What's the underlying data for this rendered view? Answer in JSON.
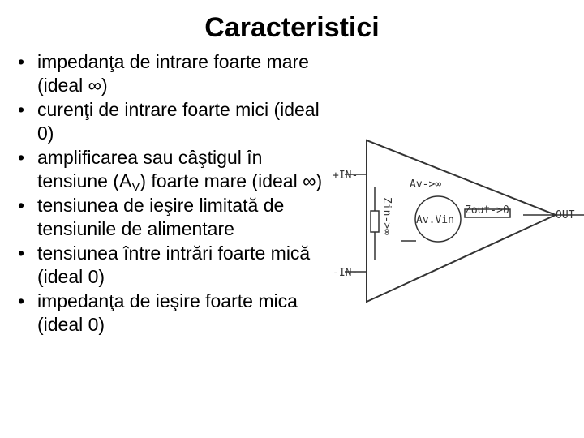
{
  "title": "Caracteristici",
  "bullet_symbol": "•",
  "bullets": [
    {
      "pre": "impedanţa de intrare foarte mare (ideal ∞)",
      "sub": "",
      "post": ""
    },
    {
      "pre": "curenţi de intrare foarte mici (ideal 0)",
      "sub": "",
      "post": ""
    },
    {
      "pre": "amplificarea sau câştigul în tensiune (A",
      "sub": "V",
      "post": ") foarte mare (ideal ∞)"
    },
    {
      "pre": "tensiunea de ieşire limitată de tensiunile de alimentare",
      "sub": "",
      "post": ""
    },
    {
      "pre": "tensiunea între intrări foarte mică (ideal 0)",
      "sub": "",
      "post": ""
    },
    {
      "pre": "impedanţa de ieşire foarte mica (ideal 0)",
      "sub": "",
      "post": ""
    }
  ],
  "diagram": {
    "input_plus": "+IN-",
    "input_minus": "-IN-",
    "gain_label": "Av->∞",
    "source_label": "Av.Vin",
    "zin_label": "Zin->∞",
    "zout_label": "Zout->0",
    "output_label": "OUT"
  }
}
